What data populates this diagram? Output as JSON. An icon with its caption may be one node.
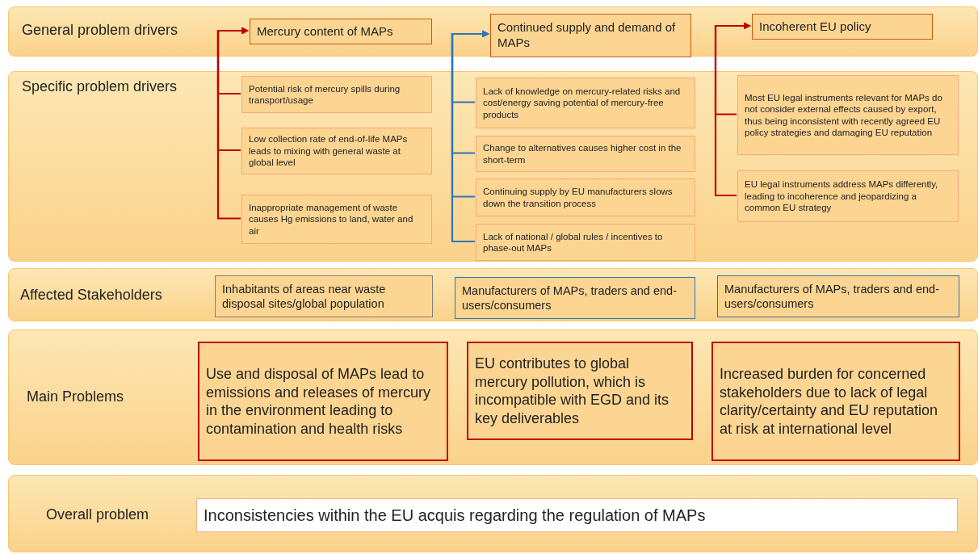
{
  "diagram": {
    "nodes": [
      {
        "text": [
          "General problem drivers"
        ]
      },
      {
        "text": [
          "Mercury content of MAPs"
        ],
        "in": 0
      },
      {
        "text": [
          "Continued supply and demand of MAPs"
        ],
        "in": 0
      },
      {
        "text": [
          "Incoherent EU policy"
        ],
        "in": 0
      },
      {
        "text": [
          "Specific problem drivers"
        ]
      },
      {
        "text": [
          "Potential risk of mercury spills during transport/usage"
        ],
        "in": 4
      },
      {
        "text": [
          "Low collection rate of end-of-life MAPs leads to mixing with general waste at global level"
        ],
        "in": 4
      },
      {
        "text": [
          "Inappropriate management of waste causes Hg emissions to land, water and air"
        ],
        "in": 4
      },
      {
        "text": [
          "Lack of knowledge on mercury-related risks and cost/energy saving potential of mercury-free products"
        ],
        "in": 4
      },
      {
        "text": [
          "Change to alternatives causes higher cost in the short-term"
        ],
        "in": 4
      },
      {
        "text": [
          "Continuing supply by EU manufacturers slows down the transition process"
        ],
        "in": 4
      },
      {
        "text": [
          "Lack of national / global rules / incentives to phase-out MAPs"
        ],
        "in": 4
      },
      {
        "text": [
          "Most EU legal instruments relevant for MAPs do not consider external effects caused by export, thus being inconsistent with recently agreed EU policy strategies and damaging EU reputation"
        ],
        "in": 4
      },
      {
        "text": [
          "EU legal instruments address MAPs differently, leading to incoherence and jeopardizing a common EU strategy"
        ],
        "in": 4
      },
      {
        "text": [
          "Affected Stakeholders"
        ]
      },
      {
        "text": [
          "Inhabitants of areas near waste disposal sites/global population"
        ],
        "in": 14
      },
      {
        "text": [
          "Manufacturers of MAPs, traders and end-users/consumers"
        ],
        "in": 14
      },
      {
        "text": [
          "Manufacturers of MAPs, traders and end-users/consumers"
        ],
        "in": 14
      },
      {
        "text": [
          "Main Problems"
        ]
      },
      {
        "text": [
          "Use and disposal of MAPs lead to emissions and releases of mercury in the environment leading to contamination and health risks"
        ],
        "in": 18
      },
      {
        "text": [
          "EU contributes to global mercury pollution, which is incompatible with EGD and its key deliverables"
        ],
        "in": 18
      },
      {
        "text": [
          "Increased burden for concerned stakeholders due to lack of legal clarity/certainty and EU reputation at risk at international level"
        ],
        "in": 18
      },
      {
        "text": [
          "Overall problem"
        ]
      },
      {
        "text": [
          "Inconsistencies within the EU acquis regarding the regulation of MAPs"
        ],
        "in": 22
      }
    ],
    "edges": [
      {
        "from": 5,
        "to": 1,
        "arrow": "to"
      },
      {
        "from": 6,
        "to": 1,
        "arrow": "to"
      },
      {
        "from": 7,
        "to": 1,
        "arrow": "to"
      },
      {
        "from": 8,
        "to": 2,
        "arrow": "to",
        "color": "#2e75b6"
      },
      {
        "from": 9,
        "to": 2,
        "arrow": "to",
        "color": "#2e75b6"
      },
      {
        "from": 10,
        "to": 2,
        "arrow": "to",
        "color": "#2e75b6"
      },
      {
        "from": 11,
        "to": 2,
        "arrow": "to",
        "color": "#2e75b6"
      },
      {
        "from": 12,
        "to": 3,
        "arrow": "to"
      },
      {
        "from": 13,
        "to": 3,
        "arrow": "to"
      }
    ]
  }
}
